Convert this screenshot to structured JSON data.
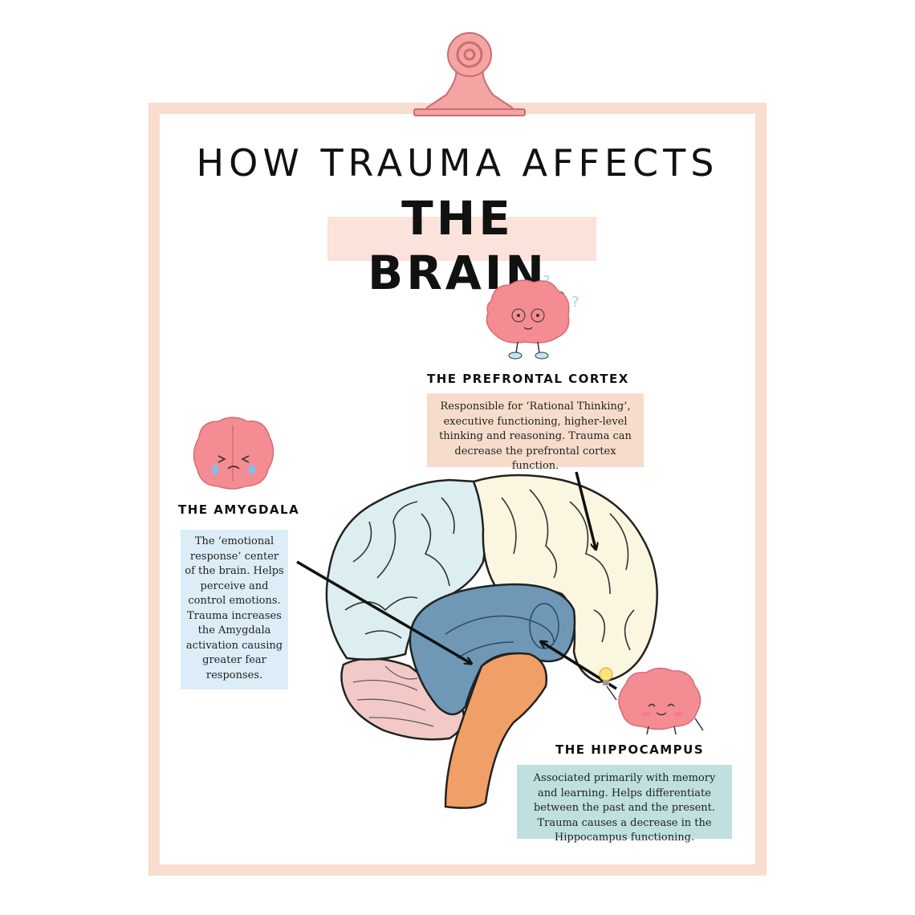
{
  "header": {
    "title_line1": "HOW TRAUMA AFFECTS",
    "title_line2": "THE BRAIN"
  },
  "regions": {
    "prefrontal": {
      "label": "THE PREFRONTAL CORTEX",
      "description": "Responsible for ‘Rational Thinking’, executive functioning, higher-level thinking and reasoning. Trauma can decrease the prefrontal cortex function."
    },
    "amygdala": {
      "label": "THE AMYGDALA",
      "description": "The ‘emotional response’ center of the brain. Helps perceive and control emotions. Trauma increases the Amygdala activation causing greater fear responses."
    },
    "hippocampus": {
      "label": "THE HIPPOCAMPUS",
      "description": "Associated primarily with memory and learning. Helps differentiate between the past and the present. Trauma causes a decrease in the Hippocampus functioning."
    }
  },
  "icons": {
    "clip": "binder-clip-icon",
    "pfc_mascot": "thinking-brain-mascot-icon",
    "amy_mascot": "scared-brain-mascot-icon",
    "hip_mascot": "happy-brain-lightbulb-mascot-icon"
  },
  "colors": {
    "frame": "#f8ddd0",
    "frontal_lobe": "#fbf6df",
    "parietal_lobe": "#dceef0",
    "limbic": "#6e98b5",
    "brainstem": "#f0a066",
    "cerebellum": "#f2c9c6",
    "mascot": "#f48c94"
  }
}
